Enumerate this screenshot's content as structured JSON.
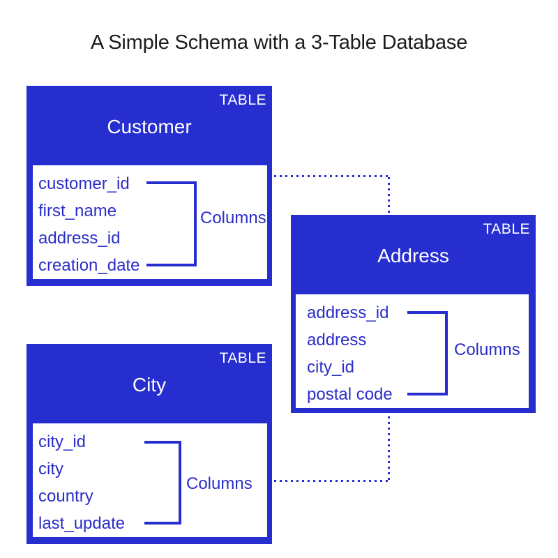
{
  "title": "A Simple Schema with a 3-Table Database",
  "colors": {
    "primary_blue": "#272ECF",
    "column_text_blue": "#2B2EC6",
    "title_text": "#1C1C1C",
    "background": "#FFFFFF"
  },
  "tables": [
    {
      "badge": "TABLE",
      "name": "Customer",
      "columns": [
        "customer_id",
        "first_name",
        "address_id",
        "creation_date"
      ],
      "columns_label": "Columns"
    },
    {
      "badge": "TABLE",
      "name": "Address",
      "columns": [
        "address_id",
        "address",
        "city_id",
        "postal code"
      ],
      "columns_label": "Columns"
    },
    {
      "badge": "TABLE",
      "name": "City",
      "columns": [
        "city_id",
        "city",
        "country",
        "last_update"
      ],
      "columns_label": "Columns"
    }
  ],
  "relations": [
    {
      "from": "Customer",
      "to": "Address",
      "style": "dotted"
    },
    {
      "from": "Address",
      "to": "City",
      "style": "dotted"
    }
  ]
}
